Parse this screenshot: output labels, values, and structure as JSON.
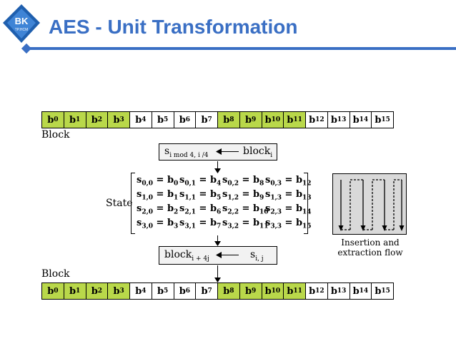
{
  "slide": {
    "title": "AES - Unit Transformation",
    "logo_text": "BK",
    "logo_subtext": "TP.HCM"
  },
  "colors": {
    "title": "#3a6fc4",
    "highlight": "#b9d84a",
    "box_fill": "#f2f2f2",
    "flow_fill": "#d9d9d9"
  },
  "top_row": {
    "label": "Block",
    "cells": [
      {
        "base": "b",
        "sub": "0",
        "hl": true
      },
      {
        "base": "b",
        "sub": "1",
        "hl": true
      },
      {
        "base": "b",
        "sub": "2",
        "hl": true
      },
      {
        "base": "b",
        "sub": "3",
        "hl": true
      },
      {
        "base": "b",
        "sub": "4",
        "hl": false
      },
      {
        "base": "b",
        "sub": "5",
        "hl": false
      },
      {
        "base": "b",
        "sub": "6",
        "hl": false
      },
      {
        "base": "b",
        "sub": "7",
        "hl": false
      },
      {
        "base": "b",
        "sub": "8",
        "hl": true
      },
      {
        "base": "b",
        "sub": "9",
        "hl": true
      },
      {
        "base": "b",
        "sub": "10",
        "hl": true
      },
      {
        "base": "b",
        "sub": "11",
        "hl": true
      },
      {
        "base": "b",
        "sub": "12",
        "hl": false
      },
      {
        "base": "b",
        "sub": "13",
        "hl": false
      },
      {
        "base": "b",
        "sub": "14",
        "hl": false
      },
      {
        "base": "b",
        "sub": "15",
        "hl": false
      }
    ]
  },
  "insert_box": {
    "left_base": "s",
    "left_sub": "i mod 4, i /4",
    "right_base": "block",
    "right_sub": "i"
  },
  "state": {
    "label": "State",
    "rows": [
      [
        {
          "s": "0,0",
          "b": "0"
        },
        {
          "s": "0,1",
          "b": "4"
        },
        {
          "s": "0,2",
          "b": "8"
        },
        {
          "s": "0,3",
          "b": "12"
        }
      ],
      [
        {
          "s": "1,0",
          "b": "1"
        },
        {
          "s": "1,1",
          "b": "5"
        },
        {
          "s": "1,2",
          "b": "9"
        },
        {
          "s": "1,3",
          "b": "13"
        }
      ],
      [
        {
          "s": "2,0",
          "b": "2"
        },
        {
          "s": "2,1",
          "b": "6"
        },
        {
          "s": "2,2",
          "b": "10"
        },
        {
          "s": "2,3",
          "b": "14"
        }
      ],
      [
        {
          "s": "3,0",
          "b": "3"
        },
        {
          "s": "3,1",
          "b": "7"
        },
        {
          "s": "3,2",
          "b": "11"
        },
        {
          "s": "3,3",
          "b": "15"
        }
      ]
    ]
  },
  "extract_box": {
    "left_base": "block",
    "left_sub": "i + 4j",
    "right_base": "s",
    "right_sub": "i, j"
  },
  "flow": {
    "label_line1": "Insertion and",
    "label_line2": "extraction flow"
  },
  "bottom_row": {
    "label": "Block",
    "cells": [
      {
        "base": "b",
        "sub": "0",
        "hl": true
      },
      {
        "base": "b",
        "sub": "1",
        "hl": true
      },
      {
        "base": "b",
        "sub": "2",
        "hl": true
      },
      {
        "base": "b",
        "sub": "3",
        "hl": true
      },
      {
        "base": "b",
        "sub": "4",
        "hl": false
      },
      {
        "base": "b",
        "sub": "5",
        "hl": false
      },
      {
        "base": "b",
        "sub": "6",
        "hl": false
      },
      {
        "base": "b",
        "sub": "7",
        "hl": false
      },
      {
        "base": "b",
        "sub": "8",
        "hl": true
      },
      {
        "base": "b",
        "sub": "9",
        "hl": true
      },
      {
        "base": "b",
        "sub": "10",
        "hl": true
      },
      {
        "base": "b",
        "sub": "11",
        "hl": true
      },
      {
        "base": "b",
        "sub": "12",
        "hl": false
      },
      {
        "base": "b",
        "sub": "13",
        "hl": false
      },
      {
        "base": "b",
        "sub": "14",
        "hl": false
      },
      {
        "base": "b",
        "sub": "15",
        "hl": false
      }
    ]
  }
}
